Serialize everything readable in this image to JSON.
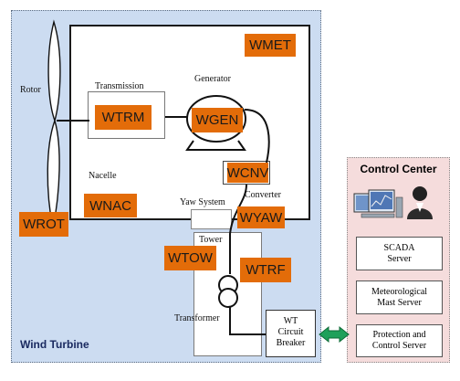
{
  "labels": {
    "rotor": "Rotor",
    "transmission": "Transmission",
    "generator": "Generator",
    "nacelle": "Nacelle",
    "yaw_system": "Yaw System",
    "converter": "Converter",
    "tower": "Tower",
    "transformer": "Transformer",
    "wind_turbine": "Wind Turbine",
    "control_center": "Control Center"
  },
  "tags": {
    "wmet": "WMET",
    "wtrm": "WTRM",
    "wgen": "WGEN",
    "wcnv": "WCNV",
    "wnac": "WNAC",
    "wrot": "WROT",
    "wyaw": "WYAW",
    "wtow": "WTOW",
    "wtrf": "WTRF"
  },
  "breaker": {
    "line1": "WT",
    "line2": "Circuit",
    "line3": "Breaker"
  },
  "servers": [
    {
      "line1": "SCADA",
      "line2": "Server"
    },
    {
      "line1": "Meteorological",
      "line2": "Mast Server"
    },
    {
      "line1": "Protection and",
      "line2": "Control Server"
    }
  ],
  "colors": {
    "tag_fill": "#e36c09",
    "turbine_area": "#ccdcf1",
    "control_area": "#f5dcdc",
    "link_arrow": "#1fa05a"
  },
  "icons": [
    "monitor-icon",
    "operator-icon"
  ]
}
